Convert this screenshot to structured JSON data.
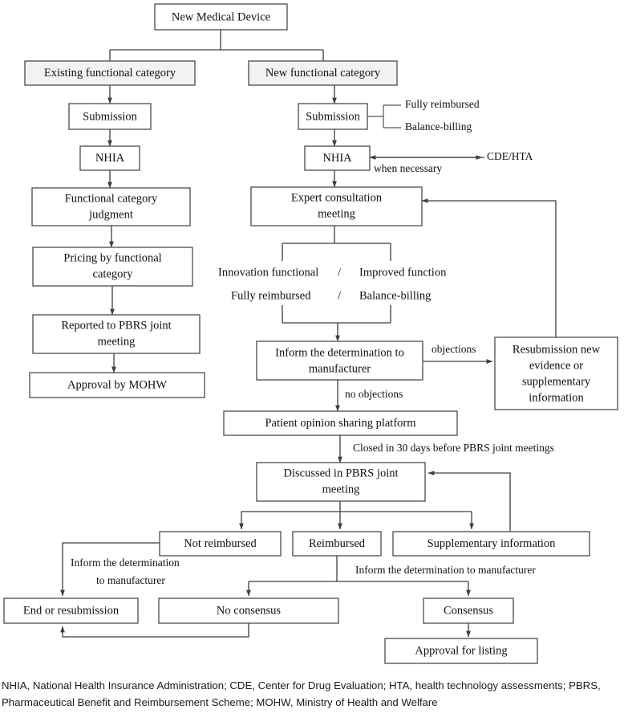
{
  "diagram": {
    "title": "New Medical Device reimbursement listing flowchart",
    "colors": {
      "box_stroke": "#4a4a4a",
      "box_fill": "#ffffff",
      "box_fill_shaded": "#f2f2f2",
      "connector": "#3d3d3d",
      "text": "#111111"
    },
    "nodes": {
      "new_medical_device": "New Medical Device",
      "existing_functional_category": "Existing functional category",
      "new_functional_category": "New functional category",
      "submission_left": "Submission",
      "submission_right": "Submission",
      "nhia_left": "NHIA",
      "nhia_right": "NHIA",
      "functional_category_judgment_line1": "Functional category",
      "functional_category_judgment_line2": "judgment",
      "pricing_by_functional_category_line1": "Pricing by functional",
      "pricing_by_functional_category_line2": "category",
      "reported_to_pbrs_line1": "Reported to PBRS joint",
      "reported_to_pbrs_line2": "meeting",
      "approval_by_mohw": "Approval by MOHW",
      "expert_consultation_line1": "Expert consultation",
      "expert_consultation_line2": "meeting",
      "inform_determination_line1": "Inform the determination to",
      "inform_determination_line2": "manufacturer",
      "resubmission_line1": "Resubmission new",
      "resubmission_line2": "evidence or",
      "resubmission_line3": "supplementary",
      "resubmission_line4": "information",
      "patient_opinion_platform": "Patient opinion sharing platform",
      "discussed_pbrs_line1": "Discussed in PBRS joint",
      "discussed_pbrs_line2": "meeting",
      "not_reimbursed": "Not reimbursed",
      "reimbursed": "Reimbursed",
      "supplementary_information": "Supplementary information",
      "end_or_resubmission": "End or resubmission",
      "no_consensus": "No consensus",
      "consensus": "Consensus",
      "approval_for_listing": "Approval for listing"
    },
    "side_labels": {
      "fully_reimbursed": "Fully reimbursed",
      "balance_billing": "Balance-billing",
      "cde_hta": "CDE/HTA"
    },
    "edge_labels": {
      "when_necessary": "when necessary",
      "objections": "objections",
      "no_objections": "no objections",
      "closed_30_days": "Closed in 30 days before PBRS joint meetings",
      "inform_left_line1": "Inform the determination",
      "inform_left_line2": "to manufacturer",
      "inform_right": "Inform the determination to manufacturer"
    },
    "branch_labels": {
      "innovation_functional": "Innovation functional",
      "slash_1": "/",
      "improved_function": "Improved function",
      "fully_reimbursed": "Fully reimbursed",
      "slash_2": "/",
      "balance_billing": "Balance-billing"
    },
    "caption": "NHIA, National Health Insurance Administration; CDE, Center for Drug Evaluation; HTA, health technology assessments; PBRS, Pharmaceutical Benefit and Reimbursement Scheme; MOHW, Ministry of Health and Welfare"
  }
}
